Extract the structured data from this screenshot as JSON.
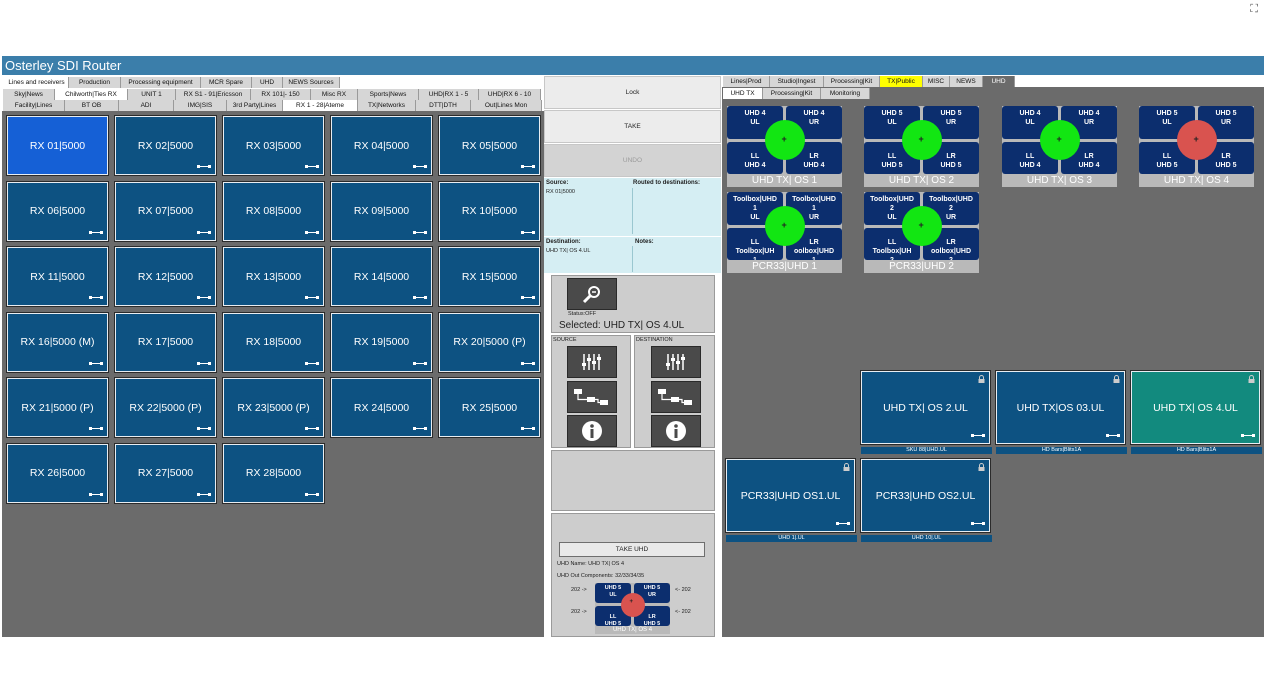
{
  "window": {
    "title": "Osterley SDI Router"
  },
  "icons": {
    "expand": "expand-icon",
    "connector": "connector-icon",
    "lock": "lock-icon",
    "diagnostics": "wrench-magnifier-icon",
    "faders": "faders-icon",
    "routing": "routing-tree-icon",
    "info": "info-icon"
  },
  "colors": {
    "titlebar": "#3b7eaa",
    "tile": "#0d5282",
    "tile_selected": "#1560d6",
    "tile_teal": "#128a7e",
    "status_ok": "#12e612",
    "status_off": "#d9534f",
    "yellow_tab": "#ffff00"
  },
  "left": {
    "tabs1": [
      "Lines and receivers",
      "Production",
      "Processing equipment",
      "MCR Spare",
      "UHD",
      "NEWS Sources"
    ],
    "tabs2": [
      "Sky|News",
      "Chilworth|Ties RX",
      "UNIT 1",
      "RX S1 - 91|Ericsson",
      "RX 101|- 150",
      "Misc RX",
      "Sports|News",
      "UHD|RX 1 - 5",
      "UHD|RX 6 - 10"
    ],
    "tabs3": [
      "Facility|Lines",
      "BT OB",
      "ADI",
      "IMG|SIS",
      "3rd Party|Lines",
      "RX 1 - 28|Ateme",
      "TX|Networks",
      "DTT|DTH",
      "Out|Lines Mon"
    ],
    "tiles": [
      "RX 01|5000",
      "RX 02|5000",
      "RX 03|5000",
      "RX 04|5000",
      "RX 05|5000",
      "RX 06|5000",
      "RX 07|5000",
      "RX 08|5000",
      "RX 09|5000",
      "RX 10|5000",
      "RX 11|5000",
      "RX 12|5000",
      "RX 13|5000",
      "RX 14|5000",
      "RX 15|5000",
      "RX 16|5000 (M)",
      "RX 17|5000",
      "RX 18|5000",
      "RX 19|5000",
      "RX 20|5000 (P)",
      "RX 21|5000 (P)",
      "RX 22|5000 (P)",
      "RX 23|5000 (P)",
      "RX 24|5000",
      "RX 25|5000",
      "RX 26|5000",
      "RX 27|5000",
      "RX 28|5000"
    ]
  },
  "center": {
    "lock": "Lock",
    "take": "TAKE",
    "undo": "UNDO",
    "source_label": "Source:",
    "source_value": "RX 01|5000",
    "routed_label": "Routed to destinations:",
    "destination_label": "Destination:",
    "destination_value": "UHD TX| OS 4.UL",
    "notes_label": "Notes:",
    "status": "Status:OFF",
    "selected": "Selected: UHD TX| OS 4.UL",
    "source_section": "SOURCE",
    "destination_section": "DESTINATION",
    "take_uhd": "TAKE UHD",
    "uhd_name": "UHD Name: UHD TX| OS 4",
    "uhd_components": "UHD Out Components: 32/33/34/35",
    "arrow_in1": "202 ->",
    "arrow_in2": "202 ->",
    "arrow_out1": "<- 202",
    "arrow_out2": "<- 202",
    "mini": {
      "ul": "UHD 5\nUL",
      "ur": "UHD 5\nUR",
      "ll": "LL\nUHD 5",
      "lr": "LR\nUHD 5",
      "name": "UHD TX| OS 4"
    }
  },
  "right": {
    "tabs1": [
      "Lines|Prod",
      "Studio|Ingest",
      "Processing|Kit",
      "TX|Public",
      "MISC",
      "NEWS",
      "UHD"
    ],
    "tabs2": [
      "UHD TX",
      "Processing|Kit",
      "Monitoring"
    ],
    "quads": [
      {
        "ul": "UHD 4\nUL",
        "ur": "UHD 4\nUR",
        "ll": "LL\nUHD 4",
        "lr": "LR\nUHD 4",
        "name": "UHD TX| OS 1",
        "status": "on"
      },
      {
        "ul": "UHD 5\nUL",
        "ur": "UHD 5\nUR",
        "ll": "LL\nUHD 5",
        "lr": "LR\nUHD 5",
        "name": "UHD TX| OS 2",
        "status": "on"
      },
      {
        "ul": "UHD 4\nUL",
        "ur": "UHD 4\nUR",
        "ll": "LL\nUHD 4",
        "lr": "LR\nUHD 4",
        "name": "UHD TX| OS 3",
        "status": "on"
      },
      {
        "ul": "UHD 5\nUL",
        "ur": "UHD 5\nUR",
        "ll": "LL\nUHD 5",
        "lr": "LR\nUHD 5",
        "name": "UHD TX| OS 4",
        "status": "off"
      },
      {
        "ul": "Toolbox|UHD\n1\nUL",
        "ur": "Toolbox|UHD\n1\nUR",
        "ll": "LL\nToolbox|UH\n1",
        "lr": "LR\noolbox|UHD\n1",
        "name": "PCR33|UHD 1",
        "status": "on"
      },
      {
        "ul": "Toolbox|UHD\n2\nUL",
        "ur": "Toolbox|UHD\n2\nUR",
        "ll": "LL\nToolbox|UH\n2",
        "lr": "LR\noolbox|UHD\n2",
        "name": "PCR33|UHD 2",
        "status": "on"
      }
    ],
    "dest_tiles": [
      {
        "label": "UHD TX| OS 2.UL",
        "sub": "SKU 88|UHD.UL"
      },
      {
        "label": "UHD TX|OS 03.UL",
        "sub": "HD Bars|Blits1A"
      },
      {
        "label": "UHD TX| OS 4.UL",
        "sub": "HD Bars|Blits1A"
      },
      {
        "label": "PCR33|UHD OS1.UL",
        "sub": "UHD 1|.UL"
      },
      {
        "label": "PCR33|UHD OS2.UL",
        "sub": "UHD 10|.UL"
      }
    ]
  }
}
